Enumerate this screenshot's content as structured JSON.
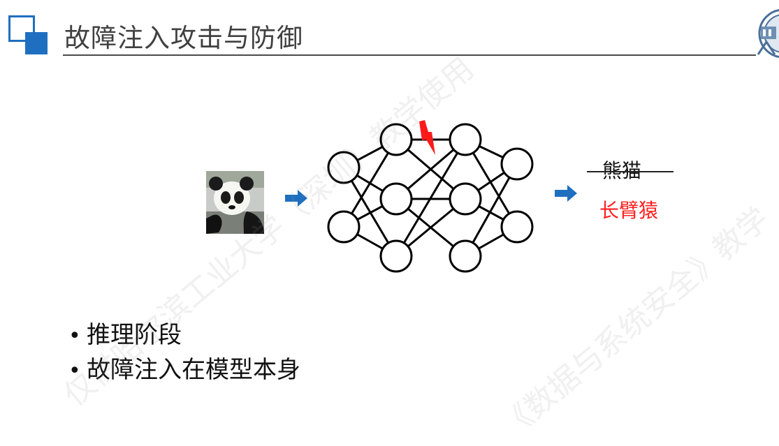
{
  "slide": {
    "title": "故障注入攻击与防御"
  },
  "diagram": {
    "input_image": "panda-photo",
    "arrow_icon": "right-arrow-icon",
    "fault_icon": "lightning-bolt-icon",
    "layers": [
      2,
      3,
      3,
      2
    ],
    "output_label_original": "熊猫",
    "output_label_faulty": "长臂猿",
    "colors": {
      "accent": "#1f6fc0",
      "arrow": "#1f6fc0",
      "fault": "#ff1a1a",
      "faulty_label": "#ff1f1f"
    }
  },
  "bullets": [
    "推理阶段",
    "故障注入在模型本身"
  ],
  "watermark": {
    "line1": "仅供哈尔滨工业大学（深圳）教学使用",
    "line2": "《数据与系统安全》教学"
  }
}
